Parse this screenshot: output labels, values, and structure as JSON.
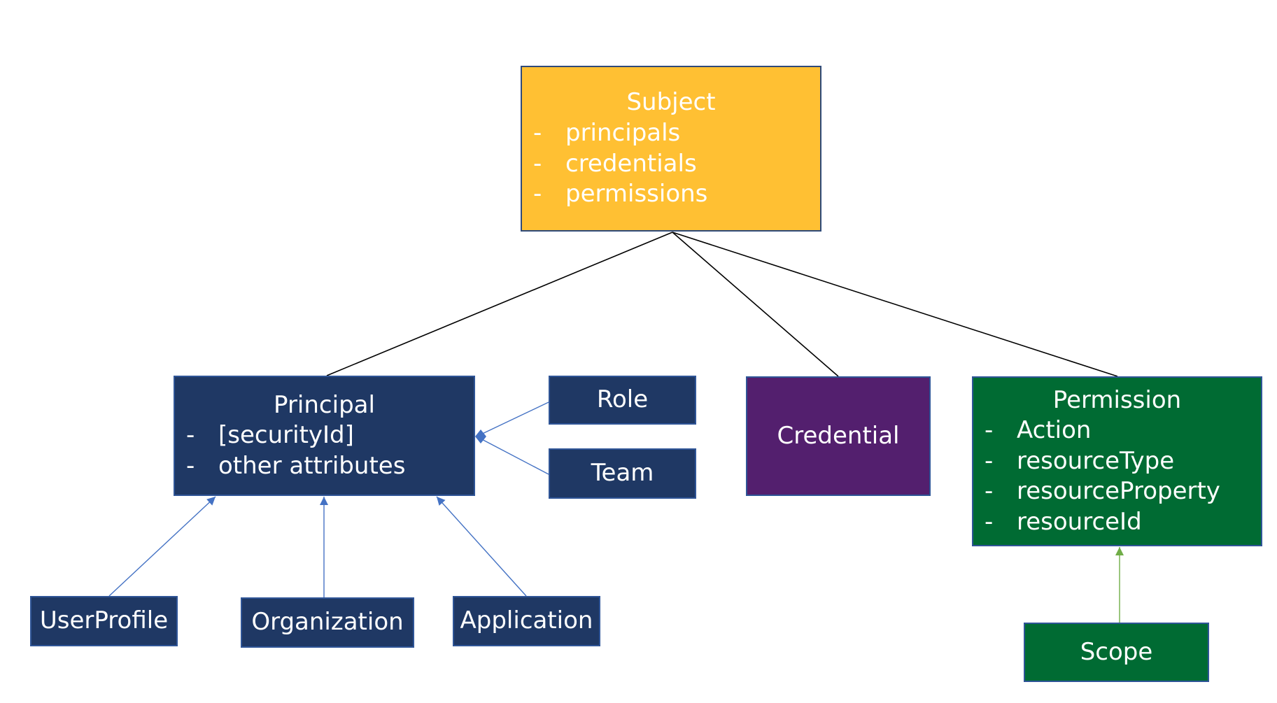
{
  "nodes": {
    "subject": {
      "title": "Subject",
      "attributes": [
        "principals",
        "credentials",
        "permissions"
      ],
      "color": "#FFC033"
    },
    "principal": {
      "title": "Principal",
      "attributes": [
        "[securityId]",
        "other attributes"
      ],
      "color": "#1F3864"
    },
    "role": {
      "title": "Role",
      "color": "#1F3864"
    },
    "team": {
      "title": "Team",
      "color": "#1F3864"
    },
    "credential": {
      "title": "Credential",
      "color": "#531F6E"
    },
    "permission": {
      "title": "Permission",
      "attributes": [
        "Action",
        "resourceType",
        "resourceProperty",
        "resourceId"
      ],
      "color": "#006B33"
    },
    "userprofile": {
      "title": "UserProfile",
      "color": "#1F3864"
    },
    "organization": {
      "title": "Organization",
      "color": "#1F3864"
    },
    "application": {
      "title": "Application",
      "color": "#1F3864"
    },
    "scope": {
      "title": "Scope",
      "color": "#006B33"
    }
  },
  "attribute_bullet": "-",
  "edges": [
    {
      "from": "subject",
      "to": "principal",
      "kind": "association"
    },
    {
      "from": "subject",
      "to": "credential",
      "kind": "association"
    },
    {
      "from": "subject",
      "to": "permission",
      "kind": "association"
    },
    {
      "from": "role",
      "to": "principal",
      "kind": "aggregation"
    },
    {
      "from": "team",
      "to": "principal",
      "kind": "aggregation"
    },
    {
      "from": "userprofile",
      "to": "principal",
      "kind": "generalization"
    },
    {
      "from": "organization",
      "to": "principal",
      "kind": "generalization"
    },
    {
      "from": "application",
      "to": "principal",
      "kind": "generalization"
    },
    {
      "from": "scope",
      "to": "permission",
      "kind": "generalization"
    }
  ],
  "colors": {
    "association": "#000000",
    "aggregation": "#4472C4",
    "generalization": "#4472C4",
    "scope_generalization": "#70AD47"
  }
}
